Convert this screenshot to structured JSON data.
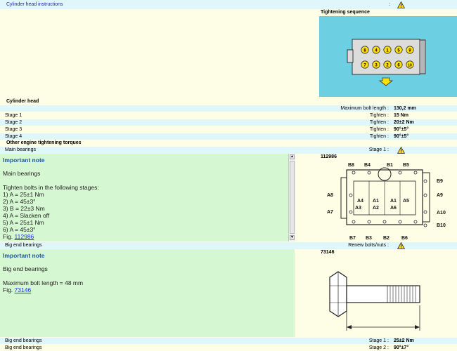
{
  "header": {
    "link": "Cylinder head instructions",
    "sep": ":"
  },
  "figure1": {
    "title": "Tightening sequence",
    "bolt_numbers_top": [
      "8",
      "4",
      "1",
      "5",
      "9"
    ],
    "bolt_numbers_bottom": [
      "7",
      "3",
      "2",
      "6",
      "10"
    ]
  },
  "cylinder_head": {
    "heading": "Cylinder head",
    "rows": [
      {
        "label": "",
        "key": "Maximum bolt length",
        "value": "130,2 mm"
      },
      {
        "label": "Stage 1",
        "key": "Tighten",
        "value": "15 Nm"
      },
      {
        "label": "Stage 2",
        "key": "Tighten",
        "value": "20±2 Nm"
      },
      {
        "label": "Stage 3",
        "key": "Tighten",
        "value": "90°±5°"
      },
      {
        "label": "Stage 4",
        "key": "Tighten",
        "value": "90°±5°"
      }
    ]
  },
  "other": {
    "heading": "Other engine tightening torques"
  },
  "main_bearings": {
    "label": "Main bearings",
    "key": "Stage 1",
    "sep": ":",
    "note_title": "Important note",
    "note_lines": [
      "Main bearings",
      "",
      "Tighten bolts in the following stages:",
      "1) A = 25±1 Nm",
      "2) A = 45±3°",
      "3) B = 22±3 Nm",
      "4) A = Slacken off",
      "5) A = 25±1 Nm",
      "6) A = 45±3°"
    ],
    "fig_label": "Fig.",
    "fig_link": "112986",
    "figure_id": "112986",
    "diagram_labels": {
      "top": [
        "B8",
        "B4",
        "B1",
        "B5"
      ],
      "left": [
        "A8",
        "A7"
      ],
      "right": [
        "B9",
        "A9",
        "A10",
        "B10"
      ],
      "bottom": [
        "B7",
        "B3",
        "B2",
        "B6"
      ],
      "inner": [
        "A4",
        "A1",
        "A1",
        "A5",
        "A3",
        "A2",
        "A6"
      ]
    }
  },
  "big_end": {
    "label": "Big end bearings",
    "key": "Renew bolts/nuts",
    "sep": ":",
    "note_title": "Important note",
    "note_lines": [
      "Big end bearings",
      "",
      "Maximum bolt length = 48 mm"
    ],
    "fig_label": "Fig.",
    "fig_link": "73146",
    "figure_id": "73146",
    "rows": [
      {
        "label": "Big end bearings",
        "key": "Stage 1",
        "value": "25±2 Nm"
      },
      {
        "label": "Big end bearings",
        "key": "Stage 2",
        "value": "90°±7°"
      }
    ]
  },
  "colors": {
    "blue_row": "#dff6fb",
    "note_bg": "#d5f7d1",
    "figure_bg": "#6dcfe2"
  }
}
